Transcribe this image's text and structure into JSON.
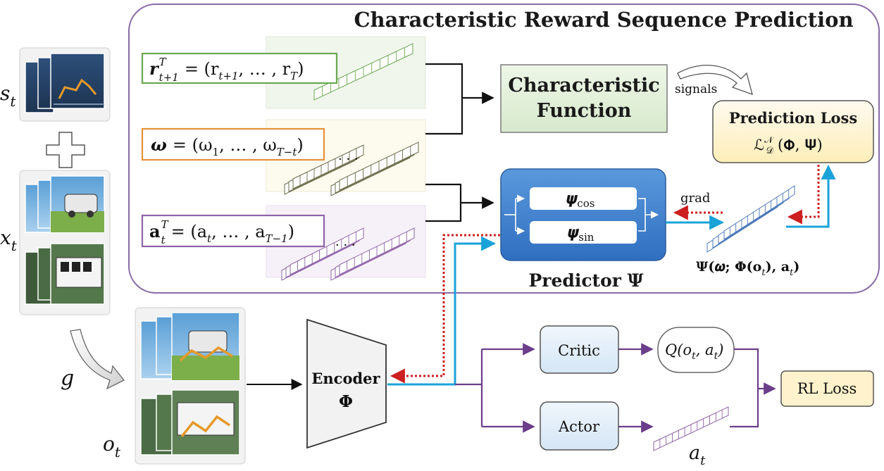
{
  "title": "Characteristic Reward Sequence Prediction",
  "inputs": {
    "s": "s",
    "s_sub": "t",
    "x": "x",
    "x_sub": "t",
    "g": "g",
    "o": "o",
    "o_sub": "t"
  },
  "sequences": {
    "reward": "r",
    "reward_sup": "T",
    "reward_sub": "t+1",
    "reward_rhs": "= (r",
    "reward_rhs_sub1": "t+1",
    "reward_rhs_mid": ", … , r",
    "reward_rhs_sub2": "T",
    "reward_rhs_end": ")",
    "omega": "ω",
    "omega_rhs": "= (ω",
    "omega_sub1": "1",
    "omega_mid": ", … , ω",
    "omega_sub2": "T−t",
    "omega_end": ")",
    "action": "a",
    "action_sup": "T",
    "action_sub": "t",
    "action_rhs": "= (a",
    "action_rhs_sub1": "t",
    "action_rhs_mid": ", … , a",
    "action_rhs_sub2": "T−1",
    "action_rhs_end": ")"
  },
  "boxes": {
    "char_func_line1": "Characteristic",
    "char_func_line2": "Function",
    "signals": "signals",
    "pred_loss_title": "Prediction Loss",
    "pred_loss_L": "ℒ",
    "pred_loss_sub": "𝒟",
    "pred_loss_sup": "𝒩",
    "pred_loss_args": "(𝚽, 𝚿)",
    "psi": "𝝍",
    "psi_cos": "cos",
    "psi_sin": "sin",
    "grad": "grad",
    "predictor": "Predictor 𝚿",
    "psi_out": "𝚿(𝝎; 𝚽(o",
    "psi_out_sub": "t",
    "psi_out_end": "), 𝐚",
    "psi_out_sub2": "t",
    "psi_out_close": ")",
    "encoder_line1": "Encoder",
    "encoder_line2": "𝚽",
    "critic": "Critic",
    "actor": "Actor",
    "q_text": "Q(o",
    "q_sub1": "t",
    "q_mid": ", a",
    "q_sub2": "t",
    "q_end": ")",
    "a_out": "a",
    "a_out_sub": "t",
    "rl_loss": "RL Loss"
  },
  "colors": {
    "region_border": "#8a6aa8",
    "reward_green": "#6aa84f",
    "omega_orange": "#e69138",
    "action_purple": "#8e63a8",
    "char_func_fill": "#e2efda",
    "pred_loss_fill": "#fff2cc",
    "predictor_fill": "#3d7dca",
    "cyan": "#1aa3d9",
    "red_dotted": "#cc1f1f",
    "purple_line": "#6b3d8a",
    "critic_fill": "#ddebf7",
    "rl_loss_fill": "#fff2cc"
  }
}
